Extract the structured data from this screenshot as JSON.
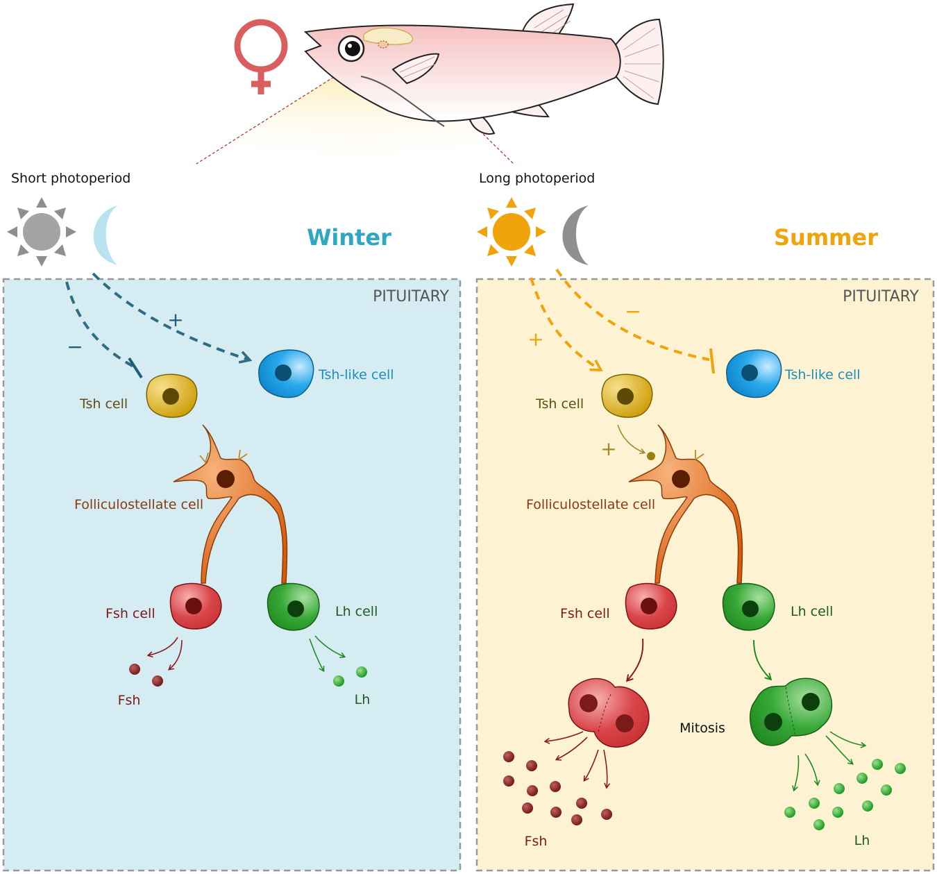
{
  "header": {
    "short_photoperiod": "Short photoperiod",
    "long_photoperiod": "Long photoperiod"
  },
  "panels": {
    "winter": {
      "season": "Winter",
      "region": "PITUITARY",
      "plus_sign": "+",
      "minus_sign": "−",
      "tsh_like_cell": "Tsh-like cell",
      "tsh_cell": "Tsh cell",
      "fs_cell": "Folliculostellate cell",
      "fsh_cell": "Fsh cell",
      "lh_cell": "Lh cell",
      "fsh_hormone": "Fsh",
      "lh_hormone": "Lh"
    },
    "summer": {
      "season": "Summer",
      "region": "PITUITARY",
      "plus_sign": "+",
      "minus_sign": "−",
      "plus_sign_fs": "+",
      "tsh_like_cell": "Tsh-like cell",
      "tsh_cell": "Tsh cell",
      "fs_cell": "Folliculostellate cell",
      "fsh_cell": "Fsh cell",
      "lh_cell": "Lh cell",
      "mitosis": "Mitosis",
      "fsh_hormone": "Fsh",
      "lh_hormone": "Lh"
    }
  },
  "colors": {
    "winter_bg": "#d6ecf3",
    "summer_bg": "#fdf3d3",
    "winter_accent": "#2ea6c4",
    "summer_accent": "#f0a30a",
    "winter_arrow": "#1d5f78",
    "tsh_cell": "#d9ad10",
    "tsh_like_cell": "#1a9be0",
    "fs_cell": "#e06a12",
    "fsh_cell": "#d23a3c",
    "lh_cell": "#2e9c2e",
    "female_symbol": "#d95f5f"
  },
  "icons": [
    "female-symbol-icon",
    "fish-icon",
    "sun-icon",
    "moon-icon"
  ]
}
